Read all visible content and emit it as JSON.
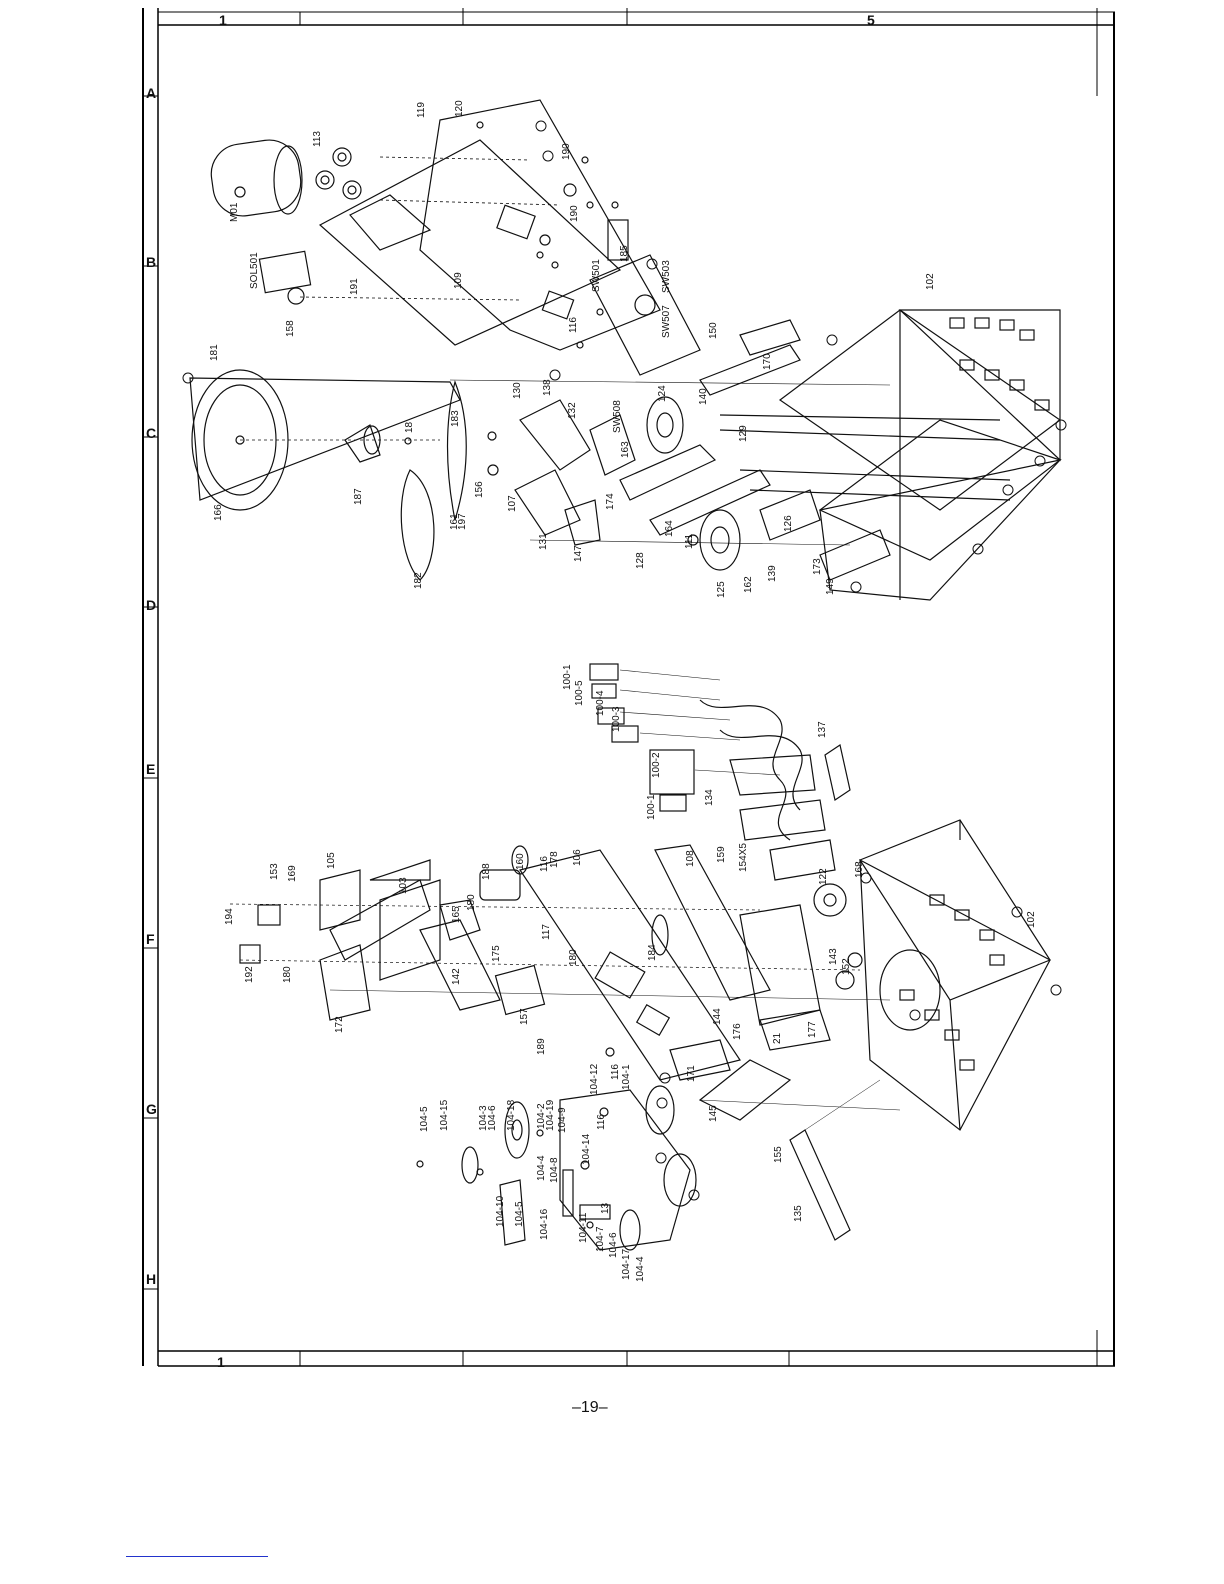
{
  "grid": {
    "columns": [
      "1",
      "5"
    ],
    "rows": [
      "A",
      "B",
      "C",
      "D",
      "E",
      "F",
      "G",
      "H"
    ]
  },
  "upper_assembly_labels": [
    "119",
    "120",
    "113",
    "M01",
    "190",
    "190",
    "185",
    "SOL501",
    "191",
    "109",
    "158",
    "SW501",
    "116",
    "SW503",
    "SW507",
    "102",
    "181",
    "183",
    "130",
    "138",
    "132",
    "18",
    "150",
    "170",
    "124",
    "140",
    "187",
    "166",
    "156",
    "107",
    "163",
    "SW508",
    "129",
    "197",
    "161",
    "174",
    "131",
    "147",
    "128",
    "164",
    "111",
    "126",
    "173",
    "125",
    "162",
    "139",
    "182",
    "149"
  ],
  "lower_assembly_labels": [
    "100-1",
    "100-5",
    "100-4",
    "100-3",
    "100-2",
    "100-1",
    "137",
    "134",
    "153",
    "169",
    "105",
    "103",
    "194",
    "188",
    "160",
    "178",
    "106",
    "108",
    "159",
    "154X5",
    "122",
    "168",
    "165",
    "180",
    "116",
    "117",
    "192",
    "180",
    "142",
    "175",
    "180",
    "184",
    "143",
    "152",
    "102",
    "172",
    "157",
    "189",
    "144",
    "176",
    "21",
    "177",
    "116",
    "104-1",
    "171",
    "145",
    "104-5",
    "104-15",
    "104-3",
    "104-6",
    "104-18",
    "104-2",
    "104-19",
    "104-9",
    "104-12",
    "116",
    "104-4",
    "104-8",
    "104-14",
    "104-10",
    "104-5",
    "104-16",
    "104-11",
    "104-7",
    "104-6",
    "104-17",
    "104-4",
    "13",
    "155",
    "135"
  ],
  "page_number": "–19–"
}
